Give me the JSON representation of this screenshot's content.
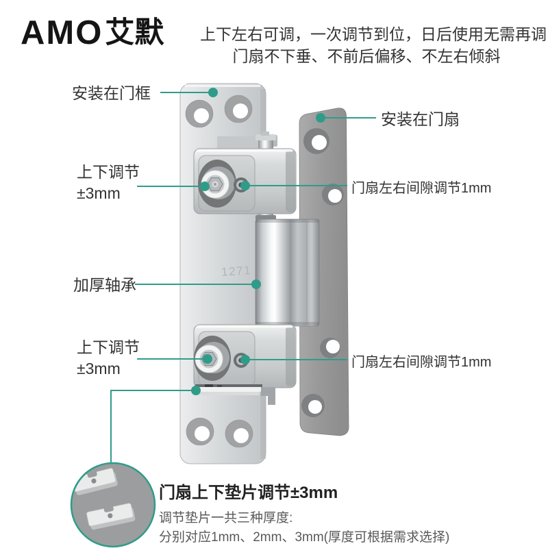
{
  "brand": {
    "name_en": "AMO",
    "name_cn": "艾默"
  },
  "headline": {
    "line1": "上下左右可调，一次调节到位，日后使用无需再调",
    "line2": "门扇不下垂、不前后偏移、不左右倾斜"
  },
  "callouts": {
    "install_frame": "安装在门框",
    "install_leaf": "安装在门扇",
    "vertical_adjust_line1": "上下调节",
    "vertical_adjust_line2": "±3mm",
    "side_gap_adjust": "门扇左右间隙调节1mm",
    "bearing": "加厚轴承"
  },
  "product": {
    "engraving": "1271"
  },
  "shim_note": {
    "title": "门扇上下垫片调节±3mm",
    "desc_line1": "调节垫片一共三种厚度:",
    "desc_line2": "分别对应1mm、2mm、3mm(厚度可根据需求选择)"
  },
  "colors": {
    "accent": "#2F9C8A",
    "text_primary": "#333333",
    "text_secondary": "#595959"
  }
}
